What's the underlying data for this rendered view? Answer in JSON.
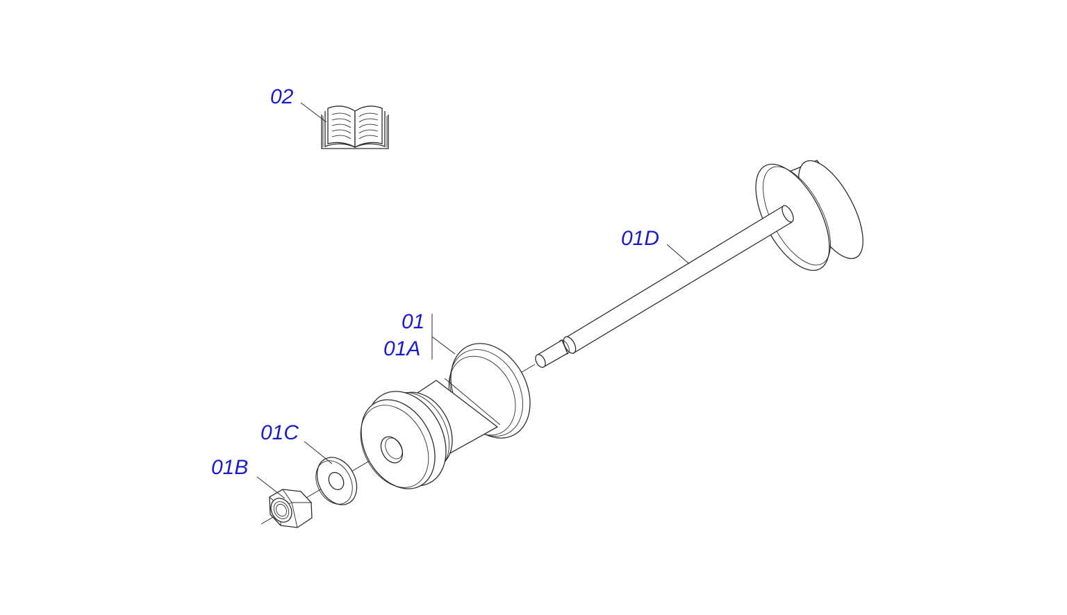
{
  "colors": {
    "label": "#1a1acc",
    "line": "#2b2b2b",
    "background": "#ffffff"
  },
  "icons": {
    "manual": "open-book-icon"
  },
  "labels": {
    "l02": "02",
    "l01D": "01D",
    "l01": "01",
    "l01A": "01A",
    "l01C": "01C",
    "l01B": "01B"
  }
}
